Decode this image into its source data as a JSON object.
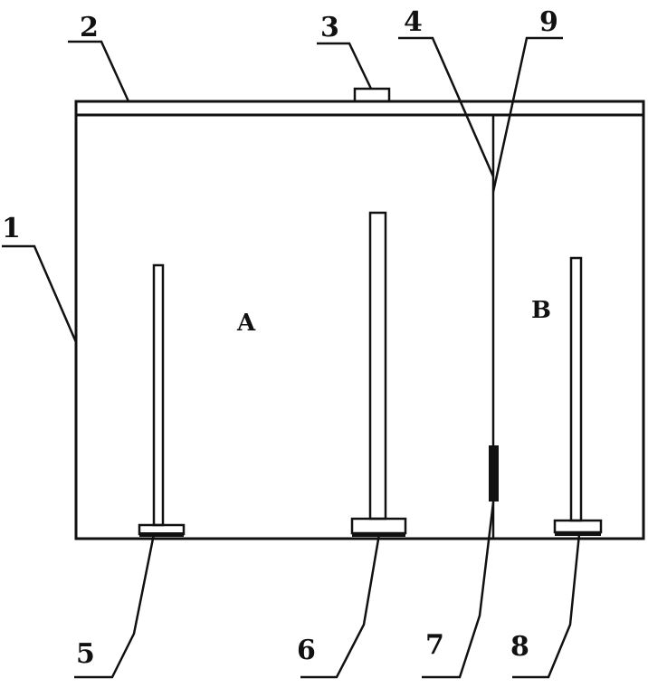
{
  "labels": {
    "part_1": "1",
    "part_2": "2",
    "part_3": "3",
    "part_4": "4",
    "part_5": "5",
    "part_6": "6",
    "part_7": "7",
    "part_8": "8",
    "part_9": "9"
  },
  "zones": {
    "left": "A",
    "right": "B"
  },
  "colors": {
    "ink": "#111111",
    "background": "#ffffff"
  }
}
